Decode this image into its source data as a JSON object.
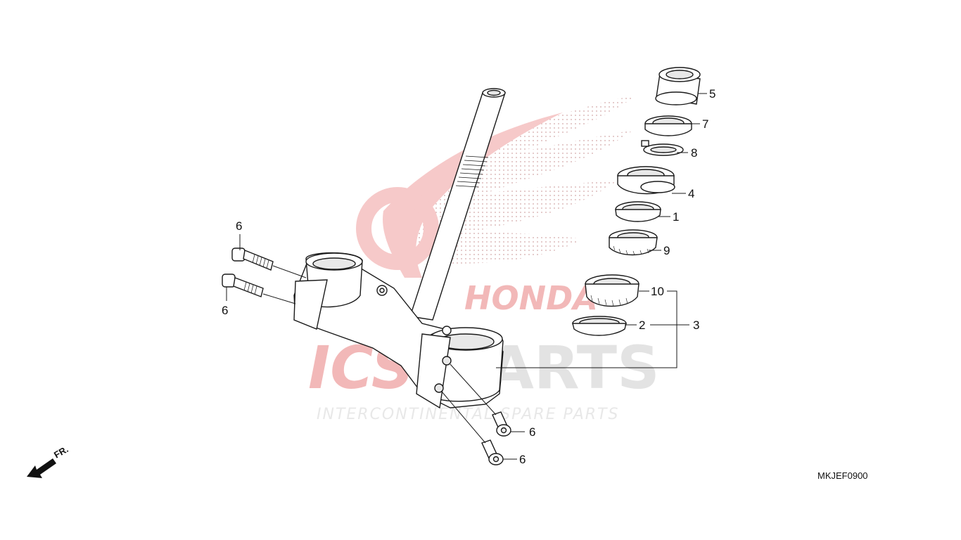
{
  "watermark": {
    "brand_word": "HONDA",
    "logo_text_red": "ICS",
    "logo_text_grey": "PARTS",
    "tagline": "INTERCONTINENTAL SPARE PARTS",
    "red_color": "#f2b8b8",
    "grey_color": "#e3e3e3"
  },
  "diagram_code": "MKJEF0900",
  "front_indicator": "FR.",
  "callouts": [
    {
      "id": "c5",
      "label": "5"
    },
    {
      "id": "c7",
      "label": "7"
    },
    {
      "id": "c8",
      "label": "8"
    },
    {
      "id": "c4",
      "label": "4"
    },
    {
      "id": "c1",
      "label": "1"
    },
    {
      "id": "c9",
      "label": "9"
    },
    {
      "id": "c10",
      "label": "10"
    },
    {
      "id": "c2",
      "label": "2"
    },
    {
      "id": "c3",
      "label": "3"
    },
    {
      "id": "c6a",
      "label": "6"
    },
    {
      "id": "c6b",
      "label": "6"
    },
    {
      "id": "c6c",
      "label": "6"
    },
    {
      "id": "c6d",
      "label": "6"
    }
  ]
}
